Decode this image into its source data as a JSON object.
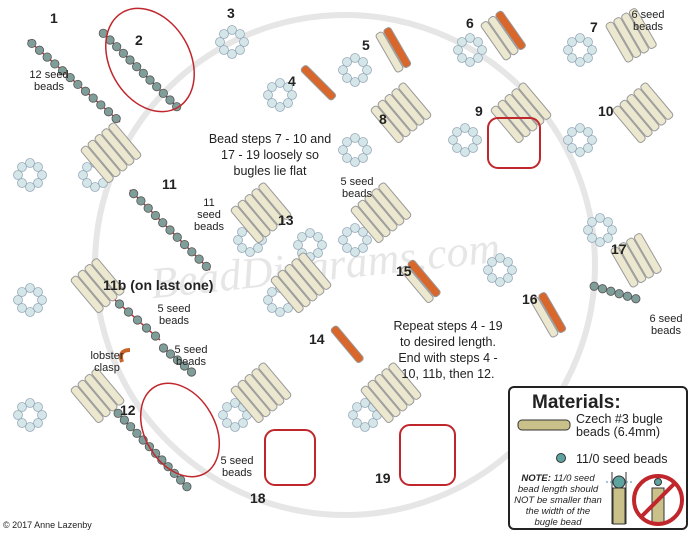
{
  "steps": {
    "s1": "1",
    "s2": "2",
    "s3": "3",
    "s4": "4",
    "s5": "5",
    "s6": "6",
    "s7": "7",
    "s8": "8",
    "s9": "9",
    "s10": "10",
    "s11": "11",
    "s11b": "11b (on last one)",
    "s12": "12",
    "s13": "13",
    "s14": "14",
    "s15": "15",
    "s16": "16",
    "s17": "17",
    "s18": "18",
    "s19": "19"
  },
  "labels": {
    "l12seed": "12 seed beads",
    "l6seed_a": "6 seed beads",
    "l5seed_a": "5 seed beads",
    "l11seed": "11 seed beads",
    "l5seed_b": "5 seed beads",
    "l5seed_c": "5 seed beads",
    "lobster": "lobster clasp",
    "l6seed_b": "6 seed beads",
    "l5seed_d": "5 seed beads"
  },
  "notes": {
    "loose": "Bead steps 7 - 10 and 17 - 19 loosely so bugles lie flat",
    "repeat": "Repeat steps 4 - 19 to desired length.  End with steps 4 - 10, 11b, then 12."
  },
  "materials": {
    "title": "Materials:",
    "bugle": "Czech #3 bugle beads (6.4mm)",
    "seed": "11/0 seed beads",
    "note_bold": "NOTE:",
    "note": "11/0 seed bead length should NOT be smaller than the width of the bugle bead"
  },
  "watermark": "BeadDiagrams.com",
  "copyright": "© 2017 Anne Lazenby",
  "colors": {
    "thread": "#c0272d",
    "seed": "#7f9e9a",
    "seed_light": "#d4e6e8",
    "bugle": "#ece7cf",
    "bugle_active": "#d9662a",
    "prohibit": "#c0272d"
  }
}
